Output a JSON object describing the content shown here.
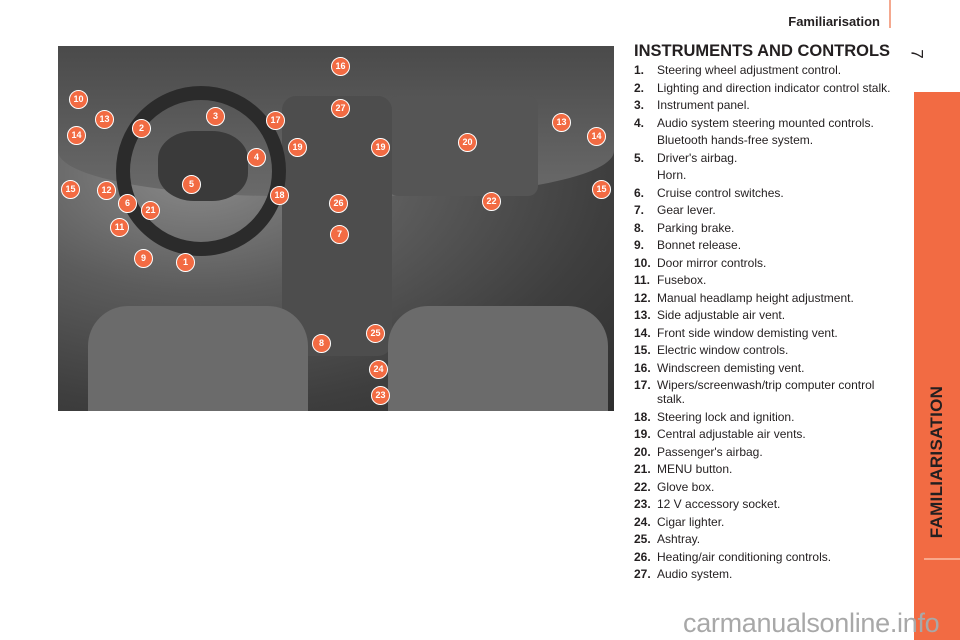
{
  "header": {
    "section": "Familiarisation",
    "page_number": "7"
  },
  "side_tab": {
    "label": "FAMILIARISATION"
  },
  "title": "INSTRUMENTS AND CONTROLS",
  "items": [
    {
      "num": "1.",
      "text": "Steering wheel adjustment control."
    },
    {
      "num": "2.",
      "text": "Lighting and direction indicator control stalk."
    },
    {
      "num": "3.",
      "text": "Instrument panel."
    },
    {
      "num": "4.",
      "text": "Audio system steering mounted controls.",
      "sub": "Bluetooth hands-free system."
    },
    {
      "num": "5.",
      "text": "Driver's airbag.",
      "sub": "Horn."
    },
    {
      "num": "6.",
      "text": "Cruise control switches."
    },
    {
      "num": "7.",
      "text": "Gear lever."
    },
    {
      "num": "8.",
      "text": "Parking brake."
    },
    {
      "num": "9.",
      "text": "Bonnet release."
    },
    {
      "num": "10.",
      "text": "Door mirror controls."
    },
    {
      "num": "11.",
      "text": "Fusebox."
    },
    {
      "num": "12.",
      "text": "Manual headlamp height adjustment."
    },
    {
      "num": "13.",
      "text": "Side adjustable air vent."
    },
    {
      "num": "14.",
      "text": "Front side window demisting vent."
    },
    {
      "num": "15.",
      "text": "Electric window controls."
    },
    {
      "num": "16.",
      "text": "Windscreen demisting vent."
    },
    {
      "num": "17.",
      "text": "Wipers/screenwash/trip computer control stalk."
    },
    {
      "num": "18.",
      "text": "Steering lock and ignition."
    },
    {
      "num": "19.",
      "text": "Central adjustable air vents."
    },
    {
      "num": "20.",
      "text": "Passenger's airbag."
    },
    {
      "num": "21.",
      "text": "MENU button."
    },
    {
      "num": "22.",
      "text": "Glove box."
    },
    {
      "num": "23.",
      "text": "12 V accessory socket."
    },
    {
      "num": "24.",
      "text": "Cigar lighter."
    },
    {
      "num": "25.",
      "text": "Ashtray."
    },
    {
      "num": "26.",
      "text": "Heating/air conditioning controls."
    },
    {
      "num": "27.",
      "text": "Audio system."
    }
  ],
  "callouts": [
    "16",
    "10",
    "13",
    "3",
    "27",
    "17",
    "13",
    "14",
    "14",
    "2",
    "20",
    "19",
    "19",
    "4",
    "5",
    "15",
    "12",
    "18",
    "15",
    "6",
    "21",
    "26",
    "22",
    "11",
    "7",
    "9",
    "1",
    "25",
    "8",
    "24",
    "23"
  ],
  "watermark": "carmanualsonline.info",
  "colors": {
    "accent": "#f26b43"
  }
}
